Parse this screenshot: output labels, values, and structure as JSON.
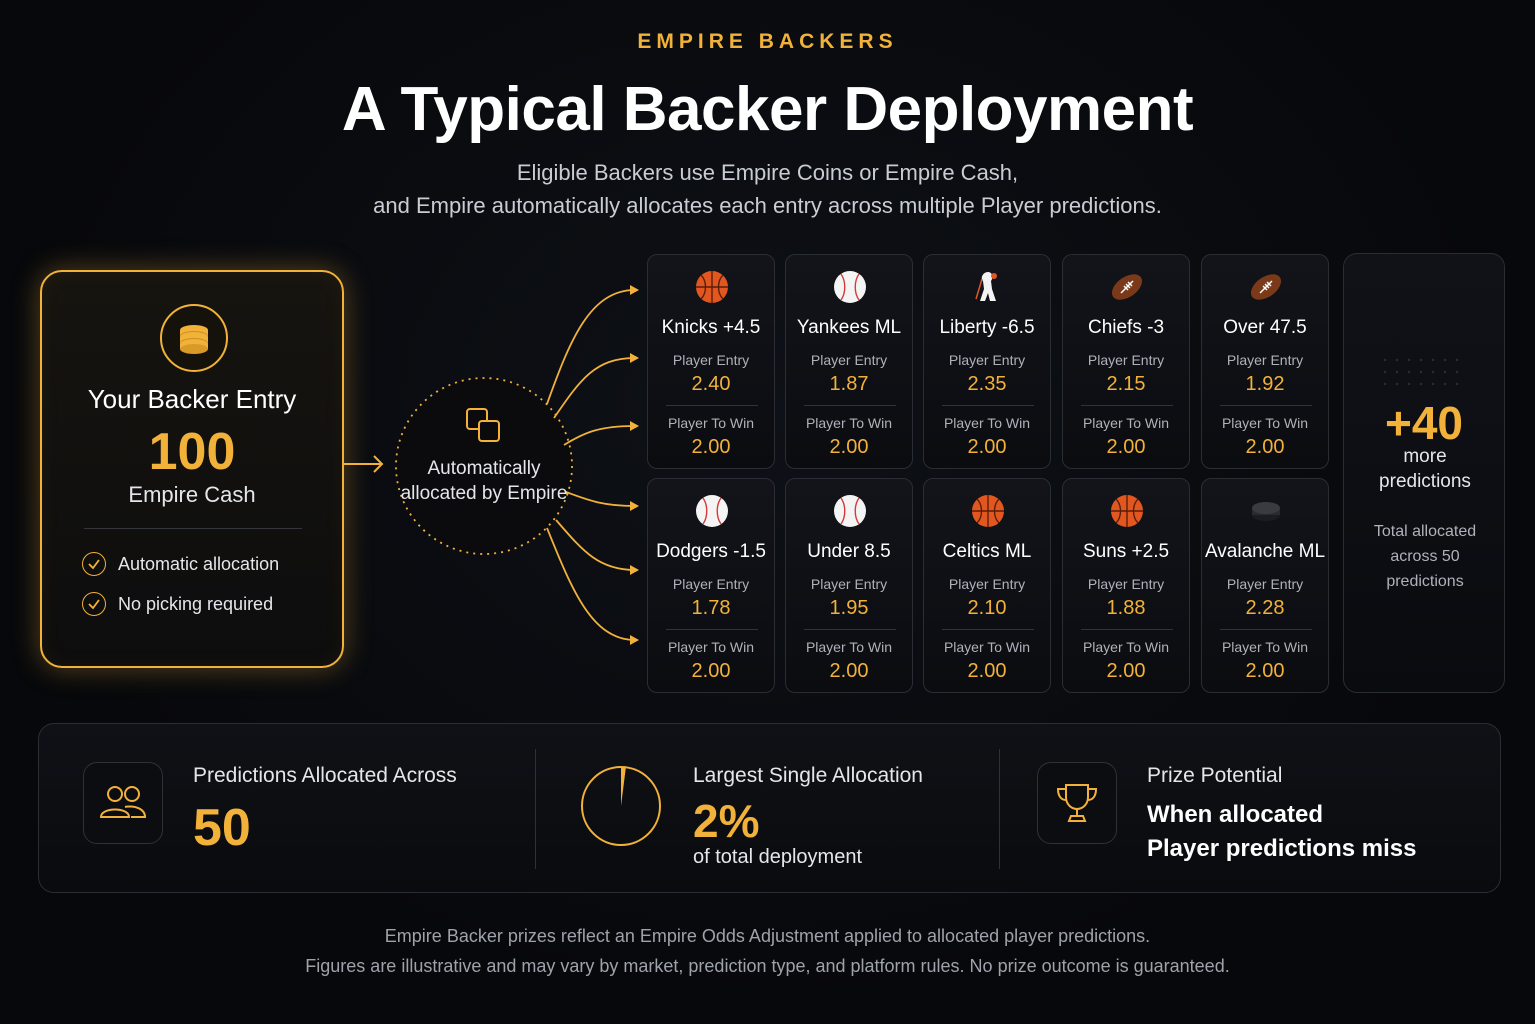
{
  "header": {
    "eyebrow": "EMPIRE BACKERS",
    "title": "A Typical Backer Deployment",
    "subtitle_line1": "Eligible Backers use Empire Coins or Empire Cash,",
    "subtitle_line2": "and Empire automatically allocates each entry across multiple Player predictions."
  },
  "entry": {
    "icon": "coin-stack-icon",
    "title": "Your Backer Entry",
    "amount": "100",
    "currency": "Empire Cash",
    "features": [
      "Automatic allocation",
      "No picking required"
    ]
  },
  "hub": {
    "icon": "copy-stack-icon",
    "label": "Automatically allocated by Empire"
  },
  "predictions": [
    {
      "sport": "basketball",
      "name": "Knicks +4.5",
      "entry_label": "Player Entry",
      "entry": "2.40",
      "win_label": "Player To Win",
      "win": "2.00"
    },
    {
      "sport": "baseball",
      "name": "Yankees ML",
      "entry_label": "Player Entry",
      "entry": "1.87",
      "win_label": "Player To Win",
      "win": "2.00"
    },
    {
      "sport": "wnba",
      "name": "Liberty -6.5",
      "entry_label": "Player Entry",
      "entry": "2.35",
      "win_label": "Player To Win",
      "win": "2.00"
    },
    {
      "sport": "football",
      "name": "Chiefs -3",
      "entry_label": "Player Entry",
      "entry": "2.15",
      "win_label": "Player To Win",
      "win": "2.00"
    },
    {
      "sport": "football",
      "name": "Over 47.5",
      "entry_label": "Player Entry",
      "entry": "1.92",
      "win_label": "Player To Win",
      "win": "2.00"
    },
    {
      "sport": "baseball",
      "name": "Dodgers -1.5",
      "entry_label": "Player Entry",
      "entry": "1.78",
      "win_label": "Player To Win",
      "win": "2.00"
    },
    {
      "sport": "baseball",
      "name": "Under 8.5",
      "entry_label": "Player Entry",
      "entry": "1.95",
      "win_label": "Player To Win",
      "win": "2.00"
    },
    {
      "sport": "basketball",
      "name": "Celtics ML",
      "entry_label": "Player Entry",
      "entry": "2.10",
      "win_label": "Player To Win",
      "win": "2.00"
    },
    {
      "sport": "basketball",
      "name": "Suns +2.5",
      "entry_label": "Player Entry",
      "entry": "1.88",
      "win_label": "Player To Win",
      "win": "2.00"
    },
    {
      "sport": "hockey",
      "name": "Avalanche ML",
      "entry_label": "Player Entry",
      "entry": "2.28",
      "win_label": "Player To Win",
      "win": "2.00"
    }
  ],
  "more": {
    "count": "+40",
    "text": "more predictions",
    "note": "Total allocated across 50 predictions"
  },
  "summary": {
    "allocated": {
      "icon": "users-icon",
      "label": "Predictions Allocated Across",
      "value": "50"
    },
    "largest": {
      "icon": "pie-slice-icon",
      "label": "Largest Single Allocation",
      "value": "2%",
      "fraction": 0.02,
      "sub": "of total deployment"
    },
    "prize": {
      "icon": "trophy-icon",
      "label": "Prize Potential",
      "line1": "When allocated",
      "line2": "Player predictions miss"
    }
  },
  "footer": {
    "line1": "Empire Backer prizes reflect an Empire Odds Adjustment applied to allocated player predictions.",
    "line2": "Figures are illustrative and may vary by market, prediction type, and platform rules. No prize outcome is guaranteed."
  },
  "colors": {
    "accent": "#f2b23a",
    "background": "#07080b",
    "basketball": "#e2571f",
    "football": "#7a3a1a"
  }
}
